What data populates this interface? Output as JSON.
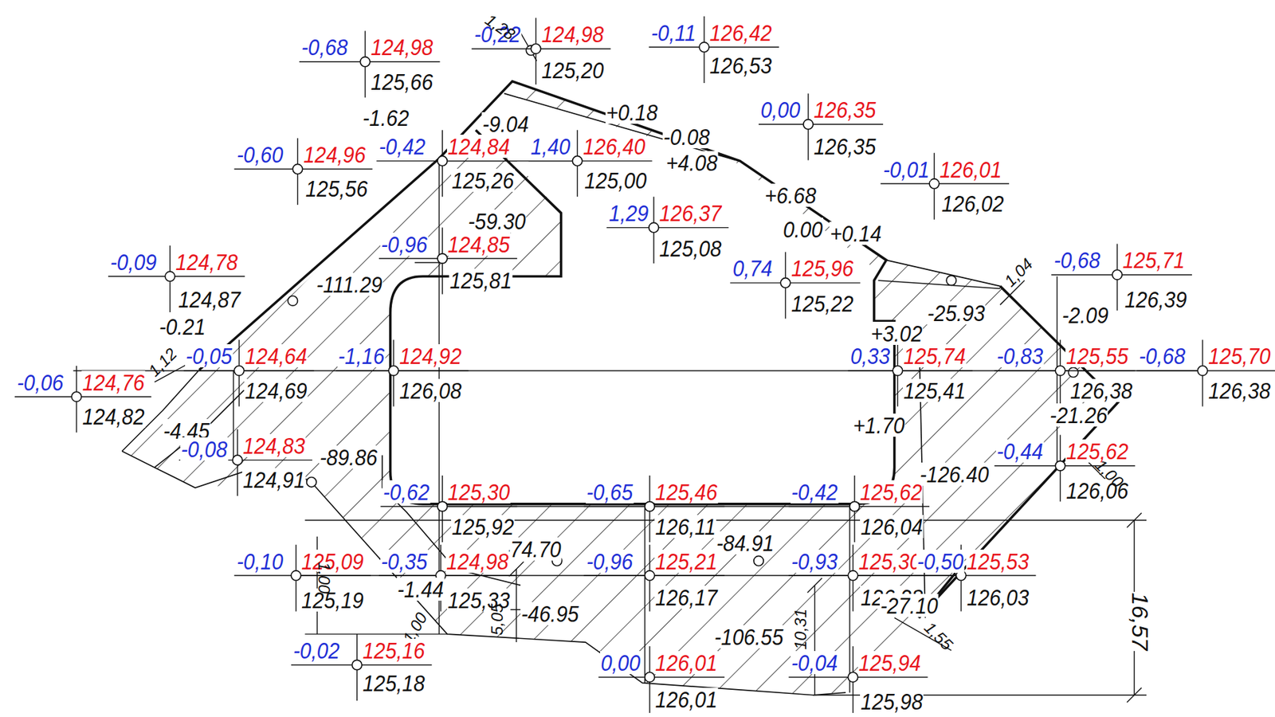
{
  "diagram": {
    "labels": [
      "-0,68",
      "124,98",
      "125,66",
      "-0,22",
      "124,98",
      "125,20",
      "1,28",
      "-0,11",
      "126,42",
      "126,53",
      "-1.62",
      "-9.04",
      "+0.18",
      "-0.08",
      "+4.08",
      "0,00",
      "126,35",
      "126,35",
      "-0,60",
      "124,96",
      "125,56",
      "-0,42",
      "124,84",
      "125,26",
      "1,40",
      "126,40",
      "125,00",
      "+6.68",
      "-0,01",
      "126,01",
      "126,02",
      "-59.30",
      "1,29",
      "126,37",
      "125,08",
      "0.00",
      "+0.14",
      "-0,09",
      "124,78",
      "124,87",
      "-0,96",
      "124,85",
      "125,81",
      "0,74",
      "125,96",
      "125,22",
      "1,04",
      "-0,68",
      "125,71",
      "126,39",
      "-111.29",
      "-0.21",
      "-25.93",
      "+3.02",
      "-2.09",
      "1,12",
      "-0,05",
      "124,64",
      "124,69",
      "-1,16",
      "124,92",
      "126,08",
      "0,33",
      "125,74",
      "125,41",
      "-0,83",
      "125,55",
      "126,38",
      "-0,68",
      "125,70",
      "126,38",
      "-0,06",
      "124,76",
      "124,82",
      "+1.70",
      "-21.26",
      "-4.45",
      "-0,08",
      "124,83",
      "124,91",
      "-89.86",
      "-0,44",
      "125,62",
      "126,06",
      "1,00",
      "-126.40",
      "-0,62",
      "125,30",
      "125,92",
      "-0,65",
      "125,46",
      "126,11",
      "-0,42",
      "125,62",
      "126,04",
      "-74.70",
      "-84.91",
      "-0,10",
      "125,09",
      "125,19",
      "1,00",
      "-0,35",
      "124,98",
      "125,33",
      "-0,96",
      "125,21",
      "126,17",
      "-0,93",
      "125,30",
      "126,28",
      "-0,50",
      "125,53",
      "126,03",
      "-1.44",
      "1,00",
      "5,05",
      "-46.95",
      "-27.10",
      "1,55",
      "-106.55",
      "10,31",
      "16,57",
      "-0,02",
      "125,16",
      "125,18",
      "0,00",
      "126,01",
      "126,01",
      "-0,04",
      "125,94",
      "125,98"
    ]
  }
}
